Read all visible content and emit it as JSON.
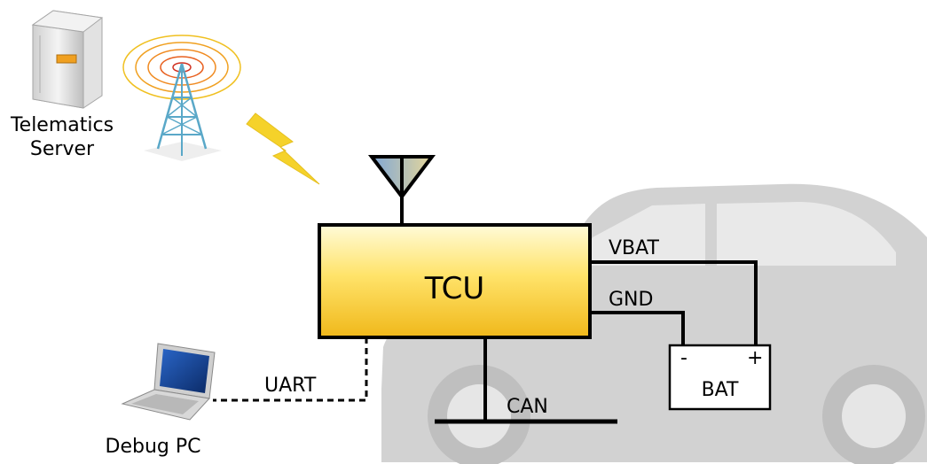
{
  "server_label": [
    "Telematics",
    "Server"
  ],
  "tcu_label": "TCU",
  "vbat_label": "VBAT",
  "gnd_label": "GND",
  "uart_label": "UART",
  "can_label": "CAN",
  "battery": {
    "label": "BAT",
    "minus": "-",
    "plus": "+"
  },
  "debug_pc_label": "Debug PC",
  "colors": {
    "tcu_fill_top": "#fffde0",
    "tcu_fill_bottom": "#f2c21c",
    "car_body": "#d9d9d9",
    "wire": "#000000",
    "lightning": "#f5d22a"
  }
}
